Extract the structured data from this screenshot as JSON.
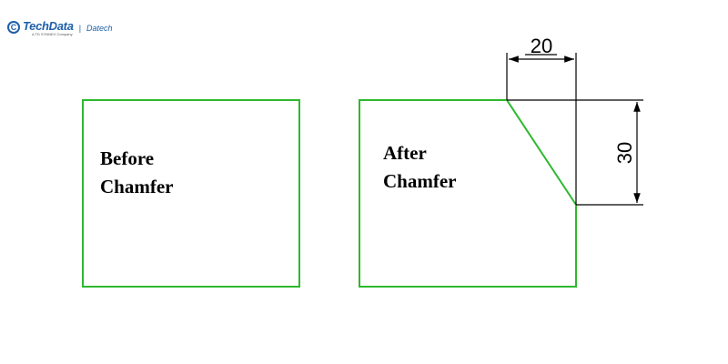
{
  "logo": {
    "brand": "TechData",
    "tagline": "A TD SYNNEX Company",
    "division": "Datech"
  },
  "before": {
    "line1": "Before",
    "line2": "Chamfer"
  },
  "after": {
    "line1": "After",
    "line2": "Chamfer"
  },
  "dimensions": {
    "horizontal": "20",
    "vertical": "30"
  },
  "colors": {
    "outline": "#2db82d",
    "dimension": "#000000"
  }
}
